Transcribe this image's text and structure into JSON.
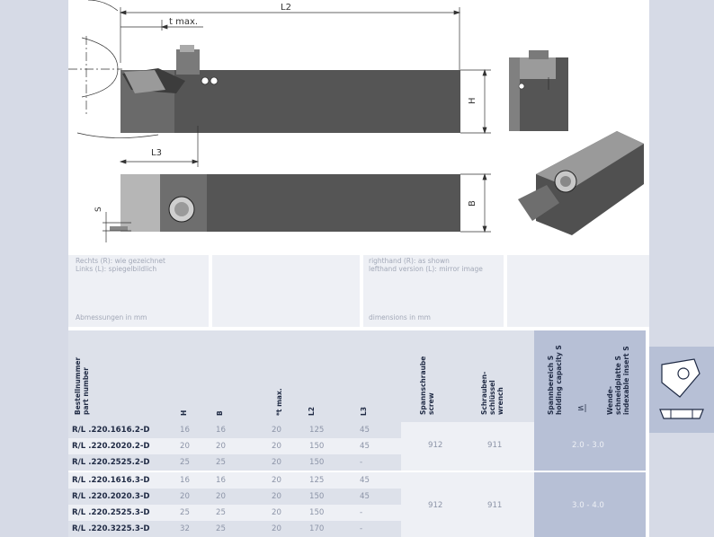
{
  "drawing": {
    "dim_L2": "L2",
    "dim_tmax": "t max.",
    "dim_H": "H",
    "dim_L3": "L3",
    "dim_B": "B",
    "dim_S": "S"
  },
  "info": {
    "de_line1": "Rechts (R): wie gezeichnet",
    "de_line2": "Links (L): spiegelbildlich",
    "de_dims": "Abmessungen in mm",
    "en_line1": "righthand (R): as shown",
    "en_line2": "lefthand version (L): mirror image",
    "en_dims": "dimensions in mm"
  },
  "table": {
    "headers": {
      "part_number_de": "Bestellnummer",
      "part_number_en": "part number",
      "H": "H",
      "B": "B",
      "tmax": "*t max.",
      "L2": "L2",
      "L3": "L3",
      "screw_de": "Spannschraube",
      "screw_en": "screw",
      "wrench_de1": "Schrauben-",
      "wrench_de2": "schlüssel",
      "wrench_en": "wrench",
      "capacity_de": "Spannbereich  S",
      "capacity_en": "holding capacity S",
      "capacity_sym": "≤|",
      "insert_de1": "Wende-",
      "insert_de2": "schneidplatte  S",
      "insert_en": "indexable insert S"
    },
    "rows": [
      {
        "pn": "R/L .220.1616.2-D",
        "H": "16",
        "B": "16",
        "t": "20",
        "L2": "125",
        "L3": "45"
      },
      {
        "pn": "R/L .220.2020.2-D",
        "H": "20",
        "B": "20",
        "t": "20",
        "L2": "150",
        "L3": "45"
      },
      {
        "pn": "R/L .220.2525.2-D",
        "H": "25",
        "B": "25",
        "t": "20",
        "L2": "150",
        "L3": "-"
      },
      {
        "pn": "R/L .220.1616.3-D",
        "H": "16",
        "B": "16",
        "t": "20",
        "L2": "125",
        "L3": "45"
      },
      {
        "pn": "R/L .220.2020.3-D",
        "H": "20",
        "B": "20",
        "t": "20",
        "L2": "150",
        "L3": "45"
      },
      {
        "pn": "R/L .220.2525.3-D",
        "H": "25",
        "B": "25",
        "t": "20",
        "L2": "150",
        "L3": "-"
      },
      {
        "pn": "R/L .220.3225.3-D",
        "H": "32",
        "B": "25",
        "t": "20",
        "L2": "170",
        "L3": "-"
      }
    ],
    "groups": [
      {
        "screw": "912",
        "wrench": "911",
        "range": "2.0 - 3.0"
      },
      {
        "screw": "912",
        "wrench": "911",
        "range": "3.0 - 4.0"
      }
    ]
  },
  "icons": [
    "insert-top-icon",
    "insert-side-icon"
  ]
}
